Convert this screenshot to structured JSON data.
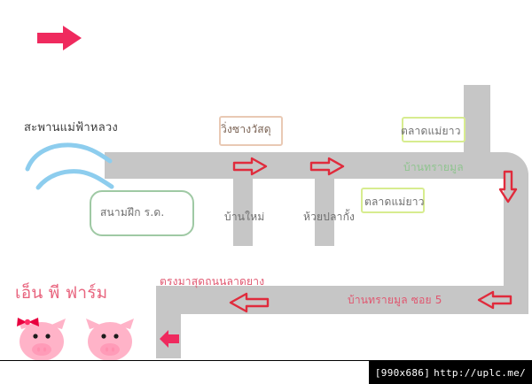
{
  "map": {
    "title_note": "hand-drawn directions map to NP Farm, Ban Sai Mun Soi 5",
    "colors": {
      "road": "#c6c6c6",
      "arrow_outline": "#e02b3c",
      "arrow_solid": "#ef2a5e",
      "river": "#8dcdee",
      "green_box": "#9fc9a4",
      "lime_box": "#d7ec8f",
      "peach_box": "#e9c9b4",
      "pink_text": "#e8647e",
      "pig_body": "#ffb3c8"
    },
    "labels": {
      "bridge": "สะพานแม่ฟ้าหลวง",
      "material_shop": "วิ่งซางวัสดุ",
      "market_top": "ตลาดแม่ยาว",
      "village_sai_mun": "บ้านทรายมูล",
      "training_ground": "สนามฝึก ร.ด.",
      "ban_mai": "บ้านใหม่",
      "huai_pla_kang": "ห้วยปลากั้ง",
      "market_mid": "ตลาดแม่ยาว",
      "straight_road": "ตรงมาสุดถนนลาดยาง",
      "soi_5": "บ้านทรายมูล ซอย 5",
      "farm_name": "เอ็น พี ฟาร์ม"
    },
    "arrows": [
      {
        "name": "arrow-top-left-solid",
        "direction": "right",
        "style": "solid"
      },
      {
        "name": "arrow-main-road-1",
        "direction": "right",
        "style": "outline"
      },
      {
        "name": "arrow-main-road-2",
        "direction": "right",
        "style": "outline"
      },
      {
        "name": "arrow-right-down",
        "direction": "down",
        "style": "outline"
      },
      {
        "name": "arrow-bottom-right",
        "direction": "left",
        "style": "outline"
      },
      {
        "name": "arrow-bottom-mid",
        "direction": "left",
        "style": "outline"
      },
      {
        "name": "arrow-bottom-left-solid",
        "direction": "left",
        "style": "solid"
      }
    ],
    "pigs": [
      {
        "name": "pig-face-with-bow",
        "has_bow": true
      },
      {
        "name": "pig-face-plain",
        "has_bow": false
      }
    ]
  },
  "footer": {
    "dimensions": "[990x686]",
    "url": "http://uplc.me/"
  }
}
